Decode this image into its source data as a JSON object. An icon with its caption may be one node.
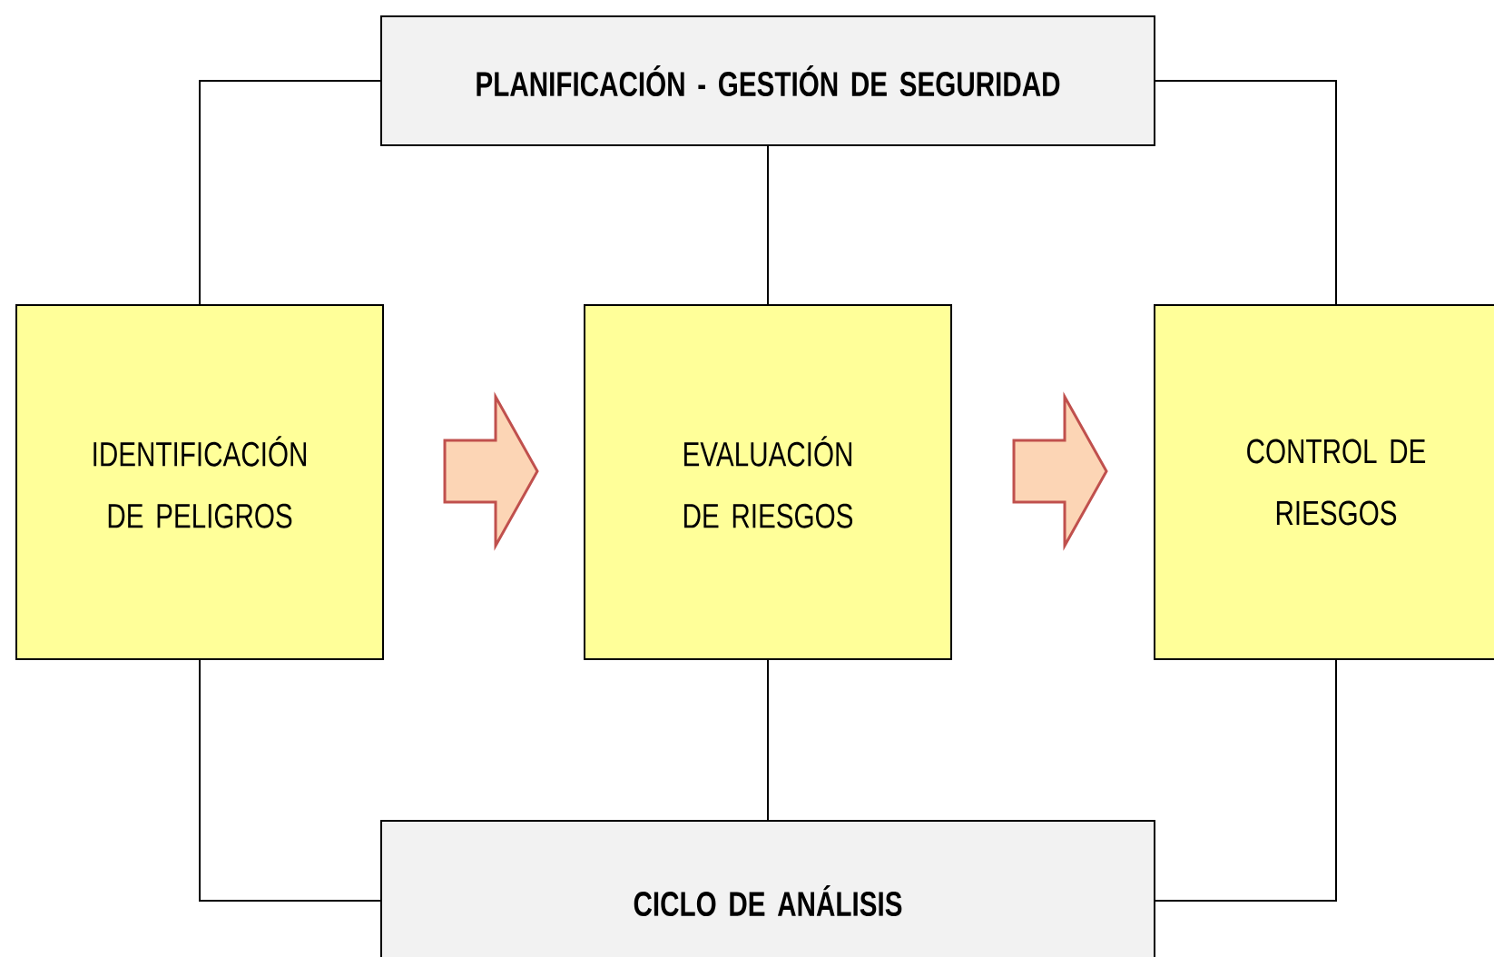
{
  "diagram": {
    "nodes": [
      {
        "text": [
          "PLANIFICACIÓN - GESTIÓN DE SEGURIDAD"
        ]
      },
      {
        "text": [
          "IDENTIFICACIÓN DE PELIGROS"
        ]
      },
      {
        "text": [
          "EVALUACIÓN DE RIESGOS"
        ]
      },
      {
        "text": [
          "CONTROL DE RIESGOS"
        ]
      },
      {
        "text": [
          "CICLO DE ANÁLISIS"
        ]
      }
    ],
    "edges": [
      {
        "from": 0,
        "to": 1,
        "arrow": "none"
      },
      {
        "from": 0,
        "to": 2,
        "arrow": "none"
      },
      {
        "from": 0,
        "to": 3,
        "arrow": "none"
      },
      {
        "from": 1,
        "to": 2,
        "arrow": "to",
        "color": "#c0504d"
      },
      {
        "from": 2,
        "to": 3,
        "arrow": "to",
        "color": "#c0504d"
      },
      {
        "from": 4,
        "to": 1,
        "arrow": "none"
      },
      {
        "from": 4,
        "to": 2,
        "arrow": "none"
      },
      {
        "from": 4,
        "to": 3,
        "arrow": "none"
      }
    ]
  }
}
